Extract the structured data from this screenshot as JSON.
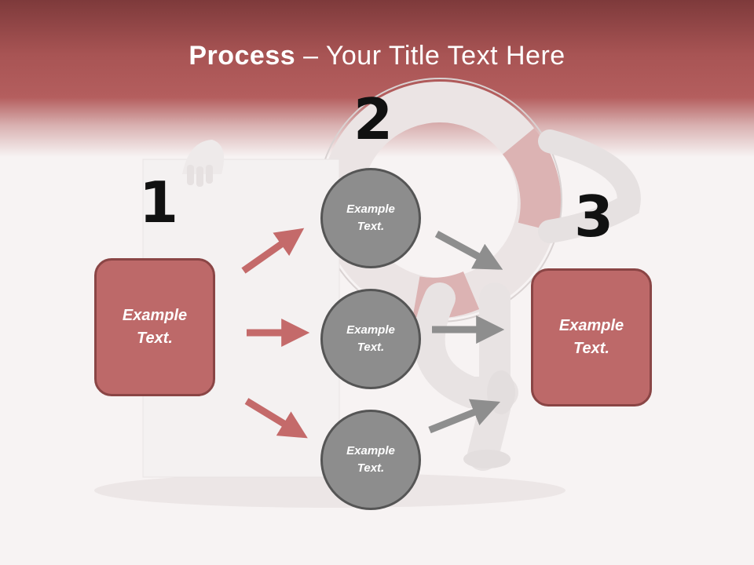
{
  "slide": {
    "title_bold": "Process",
    "title_rest": " – Your Title Text Here"
  },
  "steps": {
    "one": "1",
    "two": "2",
    "three": "3"
  },
  "boxes": {
    "left": "Example\nText.",
    "right": "Example\nText."
  },
  "circles": {
    "top": "Example\nText.",
    "middle": "Example\nText.",
    "bottom": "Example\nText."
  },
  "colors": {
    "header": "#a85454",
    "box_fill": "#bd6969",
    "box_border": "#8a4545",
    "circle_fill": "#8d8d8d",
    "circle_border": "#555555",
    "red_arrow": "#c46a6a",
    "gray_arrow": "#8e8e8e"
  }
}
